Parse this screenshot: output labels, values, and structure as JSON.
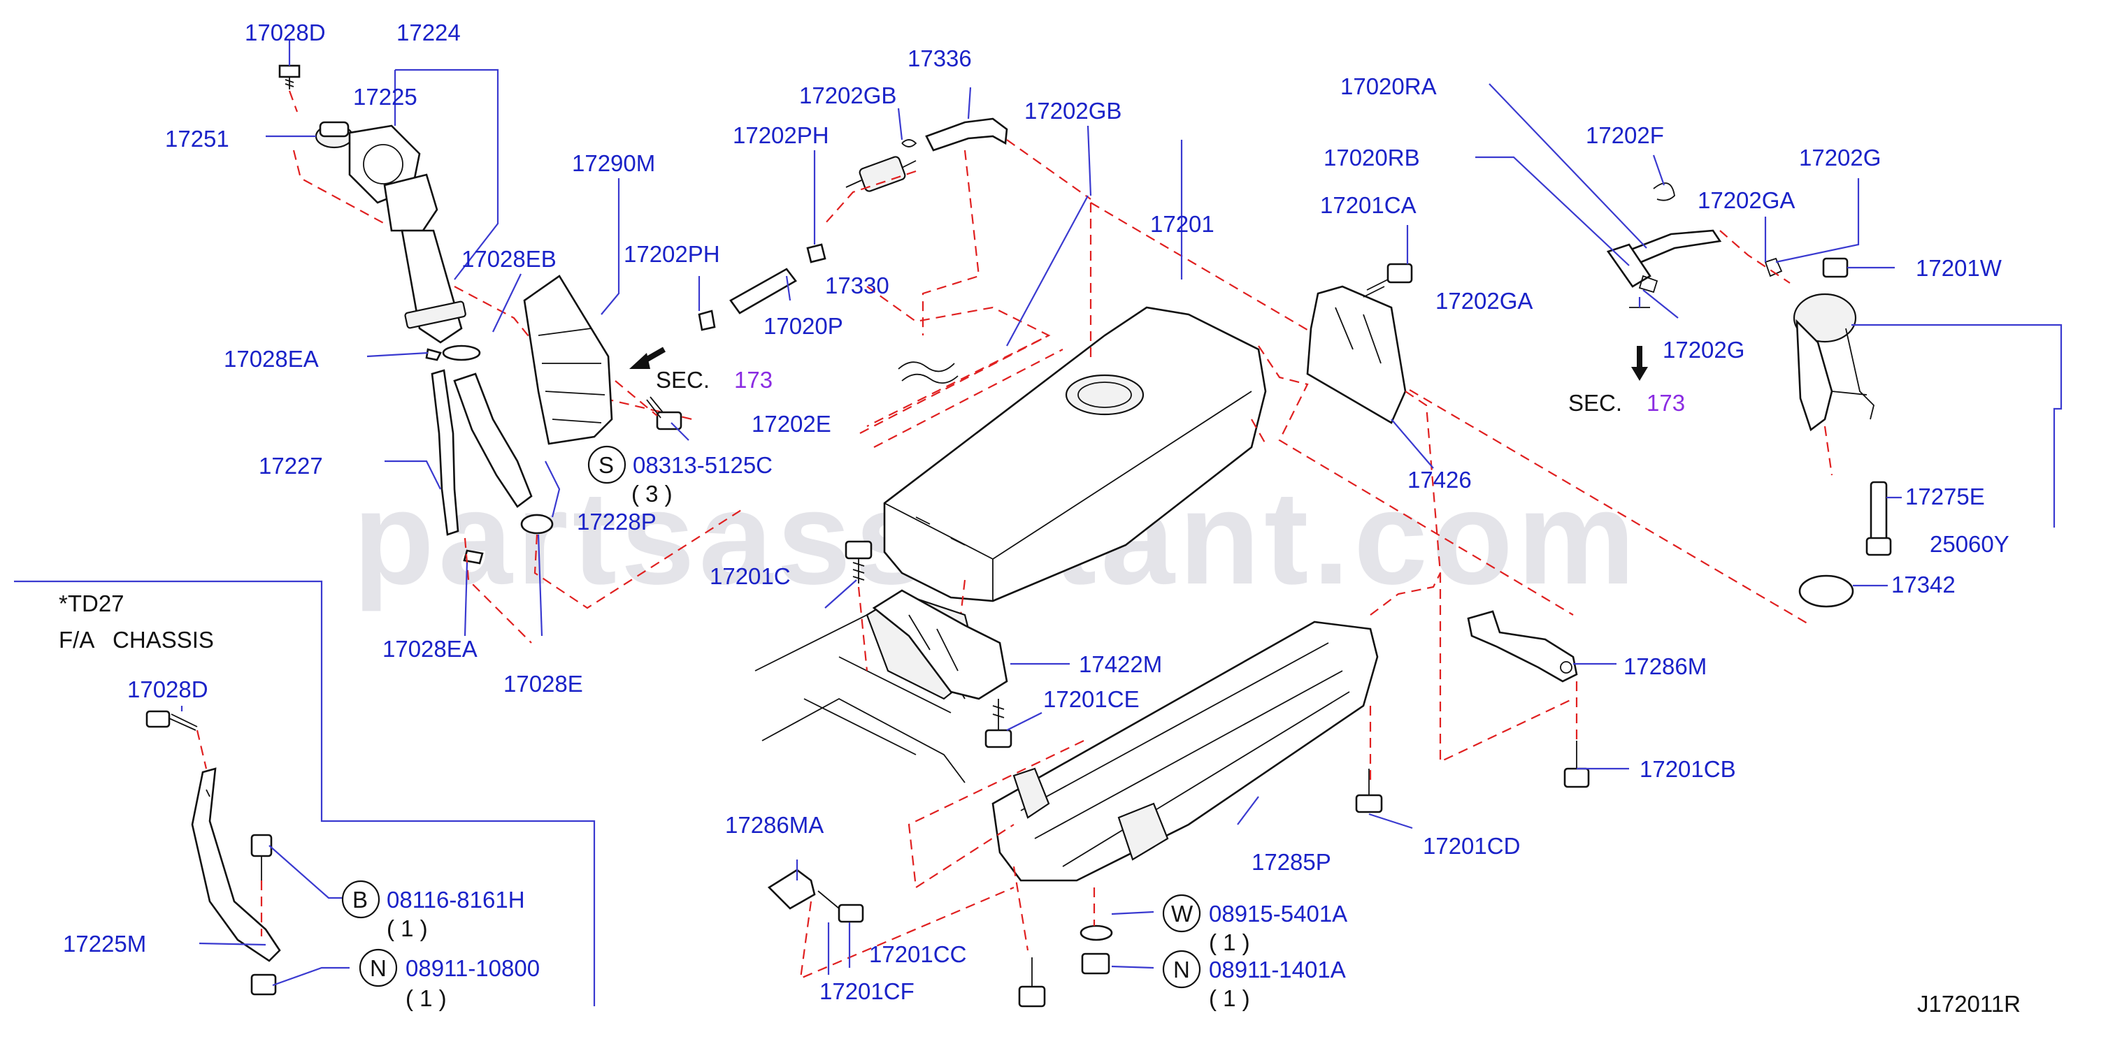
{
  "watermark": "partsassistant.com",
  "diagram_code": "J172011R",
  "note": {
    "line1": "*TD27",
    "line2": "F/A   CHASSIS"
  },
  "sec_refs": [
    {
      "prefix": "SEC.",
      "num": "173"
    },
    {
      "prefix": "SEC.",
      "num": "173"
    }
  ],
  "labels": {
    "p17028D_top": "17028D",
    "p17224": "17224",
    "p17225": "17225",
    "p17251": "17251",
    "p17028EB": "17028EB",
    "p17290M": "17290M",
    "p17028EA_a": "17028EA",
    "p17227": "17227",
    "p17228P": "17228P",
    "p17028EA_b": "17028EA",
    "p17028E": "17028E",
    "p17336": "17336",
    "p17202GB_a": "17202GB",
    "p17202GB_b": "17202GB",
    "p17202PH_a": "17202PH",
    "p17202PH_b": "17202PH",
    "p17330": "17330",
    "p17020P": "17020P",
    "p17202E": "17202E",
    "p17201": "17201",
    "p17201C": "17201C",
    "p17422M": "17422M",
    "p17201CE": "17201CE",
    "p17286MA": "17286MA",
    "p17201CC": "17201CC",
    "p17201CF": "17201CF",
    "p17285P": "17285P",
    "p17201CD": "17201CD",
    "p17286M": "17286M",
    "p17201CB": "17201CB",
    "p17020RA": "17020RA",
    "p17020RB": "17020RB",
    "p17201CA": "17201CA",
    "p17202GA_a": "17202GA",
    "p17202GA_b": "17202GA",
    "p17202F": "17202F",
    "p17202G_a": "17202G",
    "p17202G_b": "17202G",
    "p17201W": "17201W",
    "p17426": "17426",
    "p17275E": "17275E",
    "p25060Y": "25060Y",
    "p17342": "17342",
    "p17028D_bot": "17028D",
    "p17225M": "17225M"
  },
  "callouts": [
    {
      "letter": "S",
      "part": "08313-5125C",
      "qty": "( 3 )"
    },
    {
      "letter": "B",
      "part": "08116-8161H",
      "qty": "( 1 )"
    },
    {
      "letter": "N",
      "part": "08911-10800",
      "qty": "( 1 )"
    },
    {
      "letter": "W",
      "part": "08915-5401A",
      "qty": "( 1 )"
    },
    {
      "letter": "N",
      "part": "08911-1401A",
      "qty": "( 1 )"
    }
  ]
}
